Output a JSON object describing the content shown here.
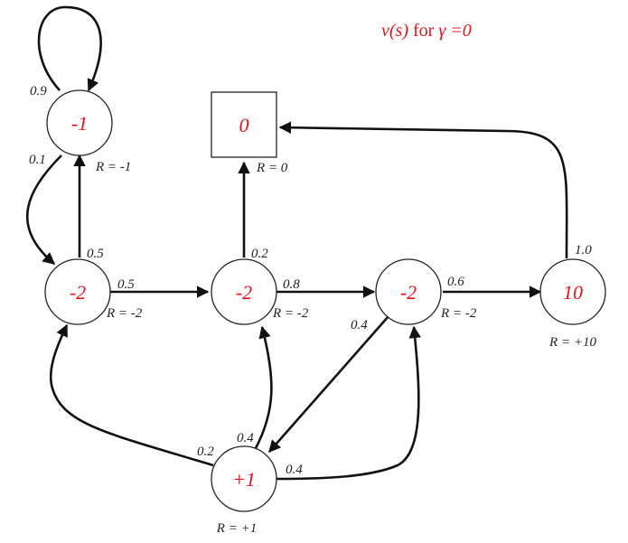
{
  "title": {
    "prefix": "v(s)",
    "mid": " for ",
    "symbol": "γ",
    "suffix": " =0"
  },
  "colors": {
    "value": "#e8141a",
    "line": "#111111"
  },
  "nodes": {
    "c1": {
      "value": "-1",
      "reward": "R = -1"
    },
    "sleep": {
      "value": "0",
      "reward": "R = 0"
    },
    "fb": {
      "value": "-2",
      "reward": "R = -2"
    },
    "c2": {
      "value": "-2",
      "reward": "R = -2"
    },
    "c3": {
      "value": "-2",
      "reward": "R = -2"
    },
    "pass": {
      "value": "10",
      "reward": "R = +10"
    },
    "pub": {
      "value": "+1",
      "reward": "R = +1"
    }
  },
  "edges": {
    "c1_self": "0.9",
    "c1_fb": "0.1",
    "fb_c1": "0.5",
    "fb_c2": "0.5",
    "c2_sleep": "0.2",
    "c2_c3": "0.8",
    "c3_pass": "0.6",
    "c3_pub": "0.4",
    "pass_sleep": "1.0",
    "pub_fb": "0.2",
    "pub_c2": "0.4",
    "pub_c3": "0.4"
  }
}
